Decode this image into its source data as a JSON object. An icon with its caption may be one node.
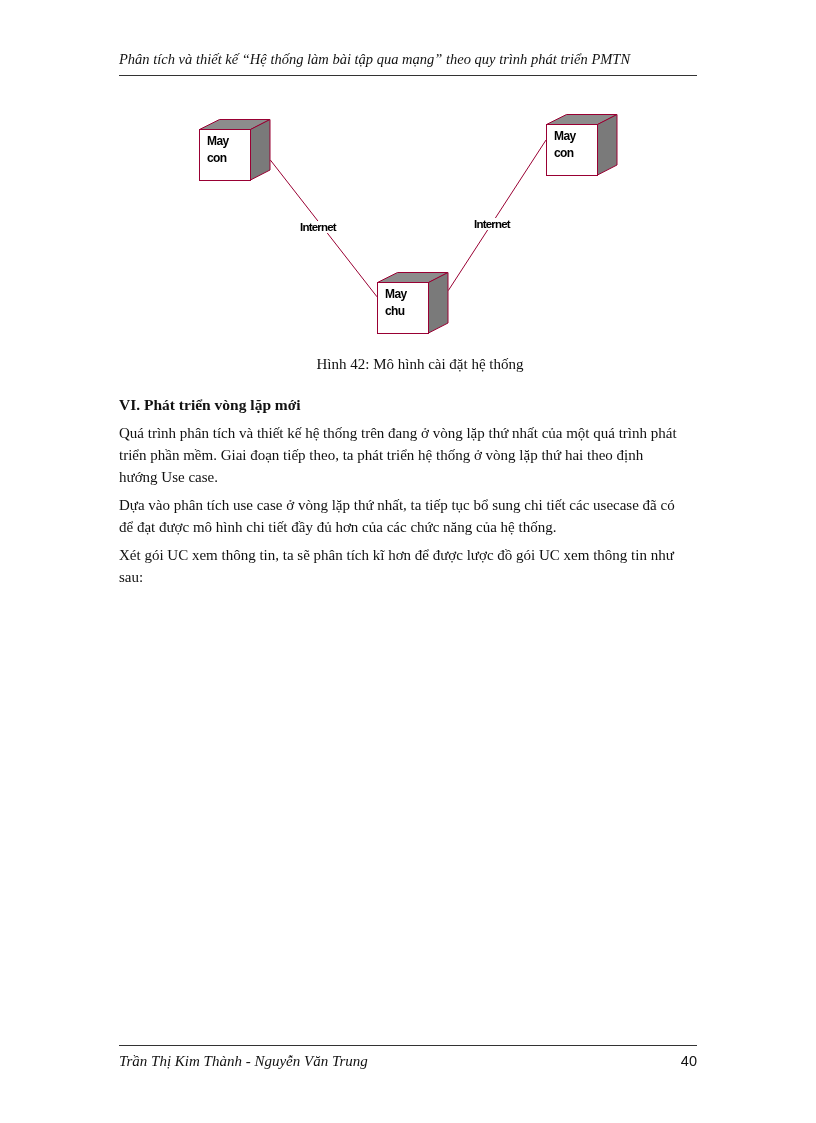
{
  "diagram": {
    "caption": "Hình 42: Mô hình cài đặt hệ thống",
    "nodes": [
      {
        "text": [
          "May con"
        ]
      },
      {
        "text": [
          "May con"
        ]
      },
      {
        "text": [
          "May chu"
        ]
      }
    ],
    "edges": [
      {
        "from": 0,
        "to": 2,
        "arrow": "none",
        "label": "Internet"
      },
      {
        "from": 1,
        "to": 2,
        "arrow": "none",
        "label": "Internet"
      }
    ],
    "labels": [
      "Phân tích và thiết kế “Hệ thống làm bài tập qua mạng” theo quy trình phát triển PMTN",
      "VI. Phát triển vòng lặp mới",
      "Quá trình phân tích và thiết kế hệ thống trên đang ở vòng lặp thứ nhất của một quá trình phát triển phần mềm. Giai đoạn tiếp theo, ta phát triển hệ thống ở vòng lặp thứ hai theo định hướng Use case.",
      "Dựa vào phân tích use case ở vòng lặp thứ nhất, ta tiếp tục bổ sung chi tiết các usecase đã có để đạt được mô hình chi tiết đầy đủ hơn của các chức năng của hệ thống.",
      "Xét gói UC xem thông tin, ta sẽ phân tích kĩ hơn để được lược đồ gói UC xem thông tin như sau:",
      "Trần Thị Kim Thành - Nguyễn Văn Trung",
      "40"
    ]
  }
}
